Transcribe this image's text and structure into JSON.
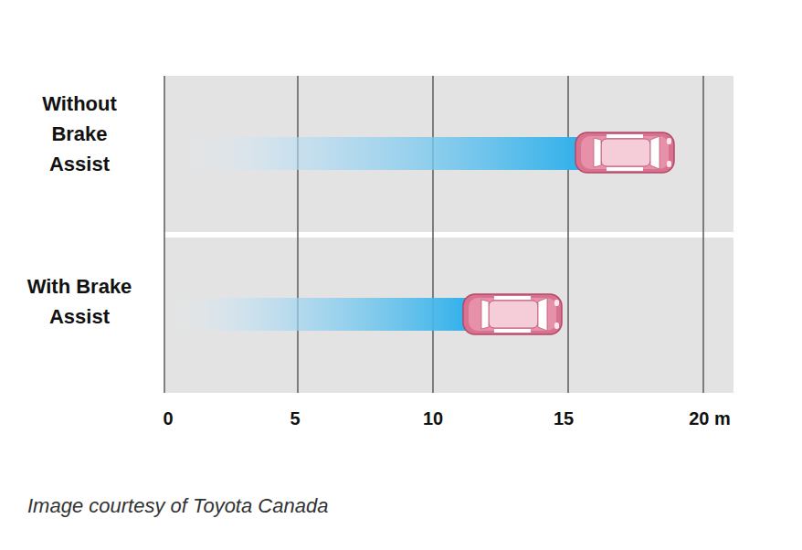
{
  "diagram": {
    "caption": "Image courtesy of Toyota Canada",
    "labels": [
      "Without Brake Assist",
      "With Brake Assist",
      "0",
      "5",
      "10",
      "15",
      "20 m"
    ]
  }
}
